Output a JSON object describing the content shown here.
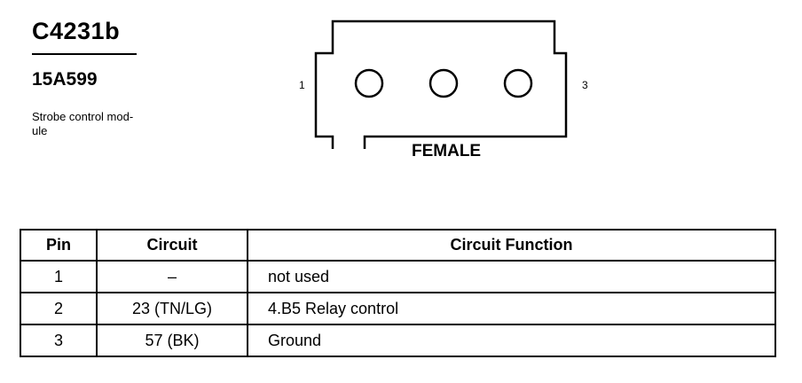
{
  "connector": {
    "code": "C4231b",
    "part_number": "15A599",
    "description": "Strobe control mod-\nule",
    "pin_label_left": "1",
    "pin_label_right": "3",
    "gender_label": "FEMALE"
  },
  "table": {
    "headers": [
      "Pin",
      "Circuit",
      "Circuit Function"
    ],
    "rows": [
      [
        "1",
        "–",
        "not used"
      ],
      [
        "2",
        "23 (TN/LG)",
        "4.B5 Relay control"
      ],
      [
        "3",
        "57 (BK)",
        "Ground"
      ]
    ]
  }
}
